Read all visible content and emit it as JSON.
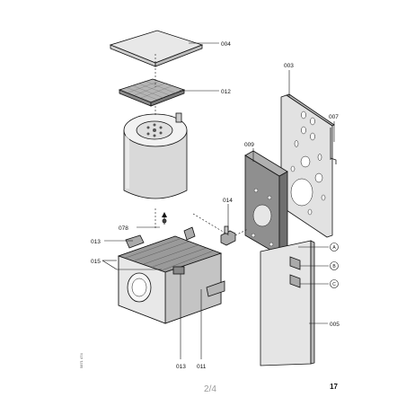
{
  "diagram": {
    "part_labels": {
      "p004": "004",
      "p012": "012",
      "p003": "003",
      "p007": "007",
      "p009": "009",
      "p014": "014",
      "p078": "078",
      "p013a": "013",
      "p015": "015",
      "p013b": "013",
      "p011": "011",
      "p005": "005"
    },
    "callouts": {
      "a": "A",
      "b": "B",
      "c": "C"
    },
    "page_indicator": "2/4",
    "page_number": "17",
    "side_code": "5871 474"
  }
}
